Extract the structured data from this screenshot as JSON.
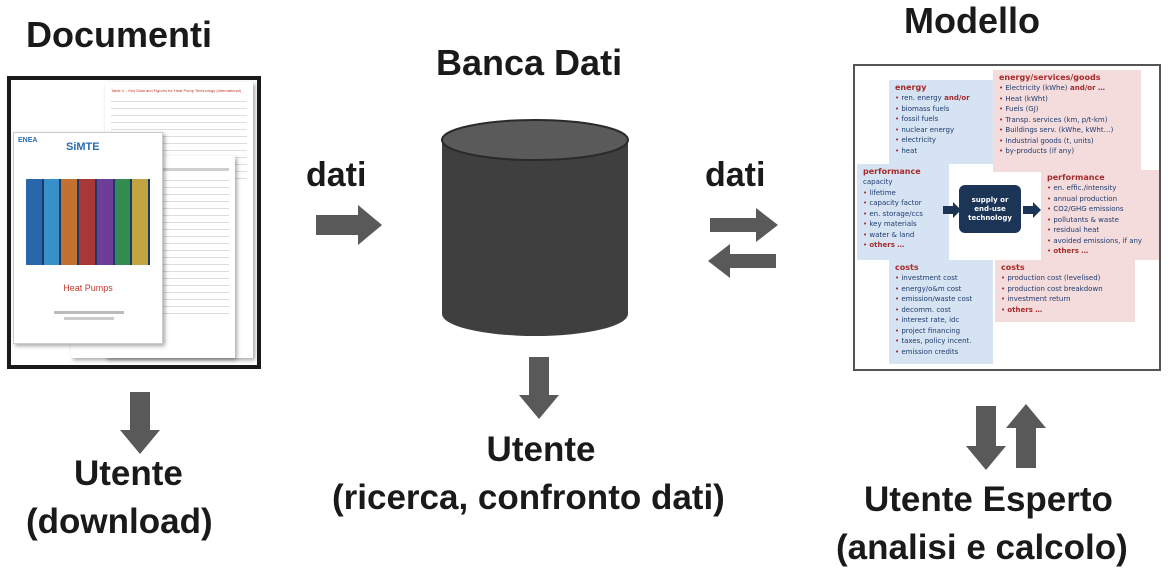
{
  "columns": {
    "documents": {
      "title": "Documenti",
      "user_line1": "Utente",
      "user_line2": "(download)"
    },
    "database": {
      "title": "Banca Dati",
      "user_line1": "Utente",
      "user_line2": "(ricerca,  confronto dati)"
    },
    "model": {
      "title": "Modello",
      "user_line1": "Utente Esperto",
      "user_line2": "(analisi e calcolo)"
    }
  },
  "flow_labels": {
    "left": "dati",
    "right": "dati"
  },
  "document_thumbnail": {
    "brand": "SiMTE",
    "org": "ENEA",
    "cover_title": "Heat Pumps",
    "back_page_title": "Table 4 – Key Data and Figures for Heat Pump Technology (International)",
    "stripe_colors": [
      "#2d6fb6",
      "#3fa0d8",
      "#e07b26",
      "#c0392b",
      "#7b3fa0",
      "#3a9a4a",
      "#e0b73a"
    ]
  },
  "model_diagram": {
    "energy": {
      "title": "energy",
      "items": [
        "ren. energy",
        "biomass fuels",
        "fossil fuels",
        "nuclear energy",
        "electricity",
        "heat"
      ],
      "and_or": "and/or"
    },
    "services": {
      "title": "energy/services/goods",
      "items": [
        "Electricity (kWhe)",
        "Heat (kWht)",
        "Fuels (GJ)",
        "Transp. services (km, p/t-km)",
        "Buildings serv. (kWhe, kWht…)",
        "Industrial goods (t, units)",
        "by-products (if any)"
      ],
      "and_or": "and/or …"
    },
    "perf_in": {
      "title": "performance",
      "items": [
        "capacity",
        "lifetime",
        "capacity factor",
        "en. storage/ccs",
        "key materials",
        "water & land",
        "others …"
      ]
    },
    "perf_out": {
      "title": "performance",
      "items": [
        "en. effic./intensity",
        "annual production",
        "CO2/GHG emissions",
        "pollutants & waste",
        "residual heat",
        "avoided emissions, if any",
        "others …"
      ]
    },
    "technology": {
      "line1": "supply or",
      "line2": "end-use",
      "line3": "technology"
    },
    "costs_in": {
      "title": "costs",
      "items": [
        "investment cost",
        "energy/o&m cost",
        "emission/waste cost",
        "decomm. cost",
        "interest rate, idc",
        "project financing",
        "taxes, policy incent.",
        "emission credits"
      ]
    },
    "costs_out": {
      "title": "costs",
      "items": [
        "production cost (levelised)",
        "production cost breakdown",
        "investment return",
        "others …"
      ]
    }
  },
  "colors": {
    "arrow": "#595959",
    "text": "#1a1a1a",
    "panel_blue": "#d6e3f2",
    "panel_pink": "#f4dcdc",
    "tech_box": "#1c3557",
    "list_text": "#1f3b6e",
    "accent_red": "#a52a2a"
  }
}
